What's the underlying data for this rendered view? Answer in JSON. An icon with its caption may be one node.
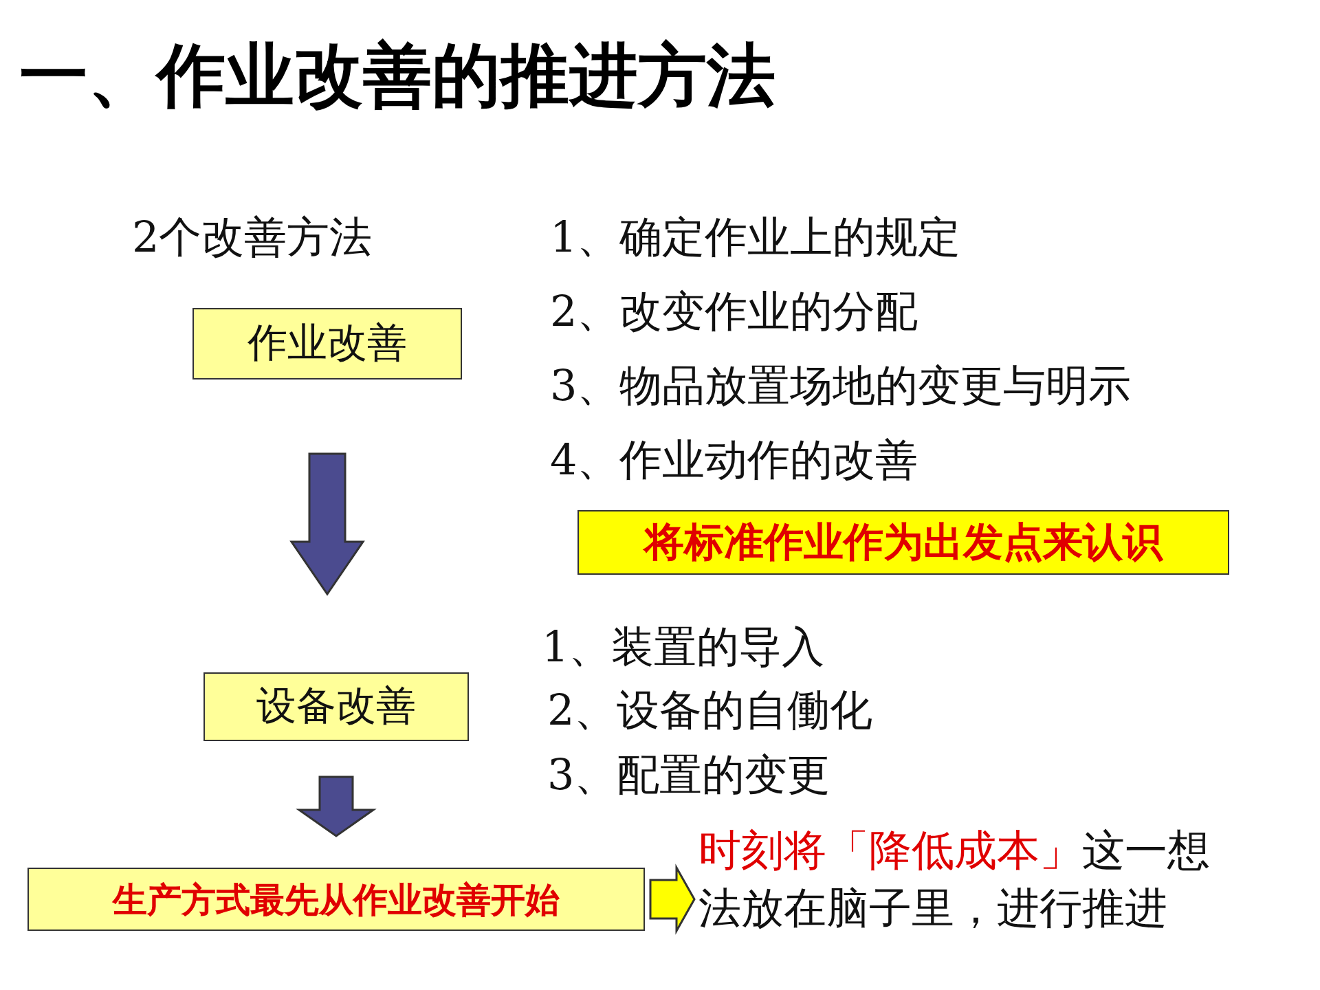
{
  "diagram": {
    "title": "一、作业改善的推进方法",
    "nodes": [
      {
        "text": [
          "作业改善"
        ]
      },
      {
        "text": [
          "将标准作业作为出发点来认识"
        ]
      },
      {
        "text": [
          "设备改善"
        ]
      },
      {
        "text": [
          "生产方式最先从作业改善开始"
        ]
      },
      {
        "text": [
          "时刻将「降低成本」",
          "这一想法放在脑子里，进行推进"
        ]
      }
    ],
    "edges": [
      {
        "from": 0,
        "to": 2,
        "arrow": "to",
        "style": "thick"
      },
      {
        "from": 2,
        "to": 3,
        "arrow": "to",
        "style": "thick"
      },
      {
        "from": 3,
        "to": 4,
        "arrow": "to",
        "style": "thick",
        "color": "#ffff00"
      }
    ],
    "labels": [
      "2个改善方法",
      "1、确定作业上的规定",
      "2、改变作业的分配",
      "3、物品放置场地的变更与明示",
      "4、作业动作的改善",
      "1、装置的导入",
      "2、设备的自働化",
      "3、配置的变更"
    ]
  }
}
